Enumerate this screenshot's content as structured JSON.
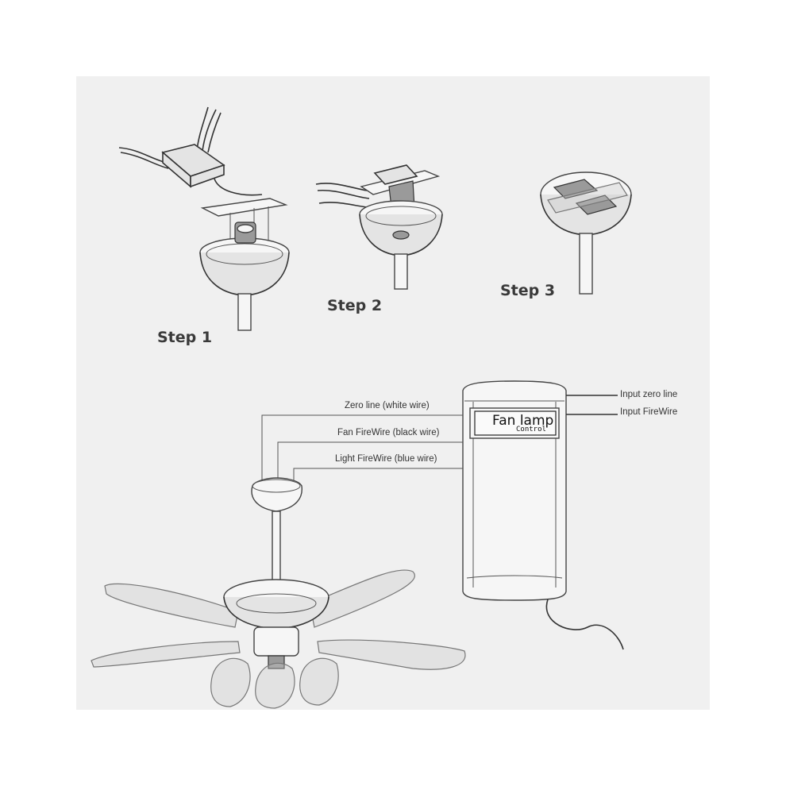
{
  "steps": {
    "step1": "Step 1",
    "step2": "Step 2",
    "step3": "Step 3"
  },
  "wiring": {
    "zero_line": "Zero line (white wire)",
    "fan_firewire": "Fan FireWire (black wire)",
    "light_firewire": "Light FireWire (blue wire)",
    "input_zero_line": "Input zero line",
    "input_firewire": "Input FireWire"
  },
  "controller": {
    "title": "Fan lamp",
    "subtitle": "Control"
  }
}
